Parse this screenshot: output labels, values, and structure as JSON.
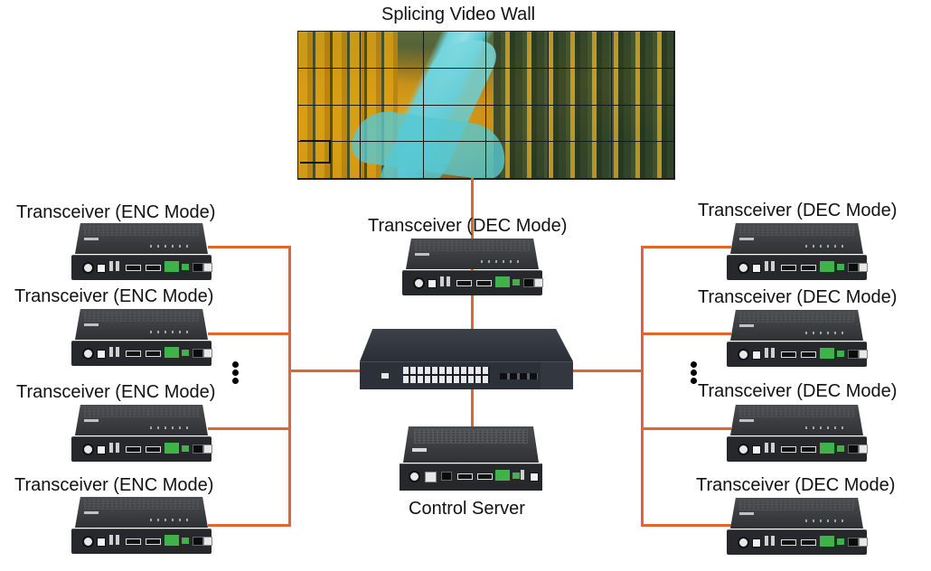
{
  "diagram": {
    "video_wall": {
      "title": "Splicing Video Wall",
      "grid_columns": 6,
      "grid_rows": 4
    },
    "center": {
      "dec_transceiver_label": "Transceiver (DEC Mode)",
      "switch_label": "",
      "control_server_label": "Control Server"
    },
    "left_column": {
      "items": [
        {
          "label": "Transceiver (ENC Mode)"
        },
        {
          "label": "Transceiver (ENC Mode)"
        },
        {
          "label": "Transceiver (ENC Mode)"
        },
        {
          "label": "Transceiver (ENC Mode)"
        }
      ],
      "ellipsis": "⋮"
    },
    "right_column": {
      "items": [
        {
          "label": "Transceiver (DEC Mode)"
        },
        {
          "label": "Transceiver (DEC Mode)"
        },
        {
          "label": "Transceiver (DEC Mode)"
        },
        {
          "label": "Transceiver (DEC Mode)"
        }
      ],
      "ellipsis": "⋮"
    },
    "colors": {
      "connection_line": "#e0652e",
      "device_body": "#2f3135",
      "terminal_green": "#3fb24a"
    }
  }
}
